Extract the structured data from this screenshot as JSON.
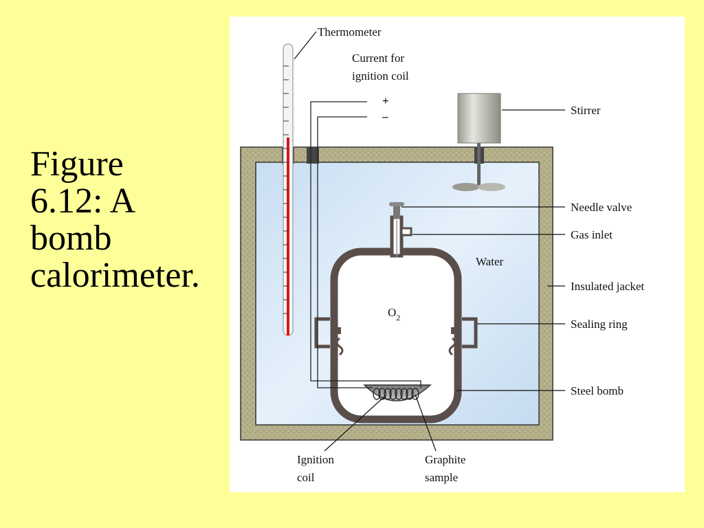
{
  "slide": {
    "title_lines": [
      "Figure",
      "6.12: A",
      "bomb",
      "calorimeter."
    ],
    "background": "#ffff99"
  },
  "diagram": {
    "labels": {
      "thermometer": "Thermometer",
      "current_line1": "Current for",
      "current_line2": "ignition coil",
      "plus": "+",
      "minus": "–",
      "stirrer": "Stirrer",
      "needle_valve": "Needle valve",
      "gas_inlet": "Gas inlet",
      "water": "Water",
      "insulated_jacket": "Insulated jacket",
      "oxygen": "O",
      "oxygen_sub": "2",
      "sealing_ring": "Sealing ring",
      "steel_bomb": "Steel bomb",
      "ignition_line1": "Ignition",
      "ignition_line2": "coil",
      "graphite_line1": "Graphite",
      "graphite_line2": "sample"
    },
    "colors": {
      "jacket": "#b5b08a",
      "water": "#d6e8f7",
      "bomb_wall": "#5a4e4a",
      "thermometer_fluid": "#d21a1a"
    }
  }
}
